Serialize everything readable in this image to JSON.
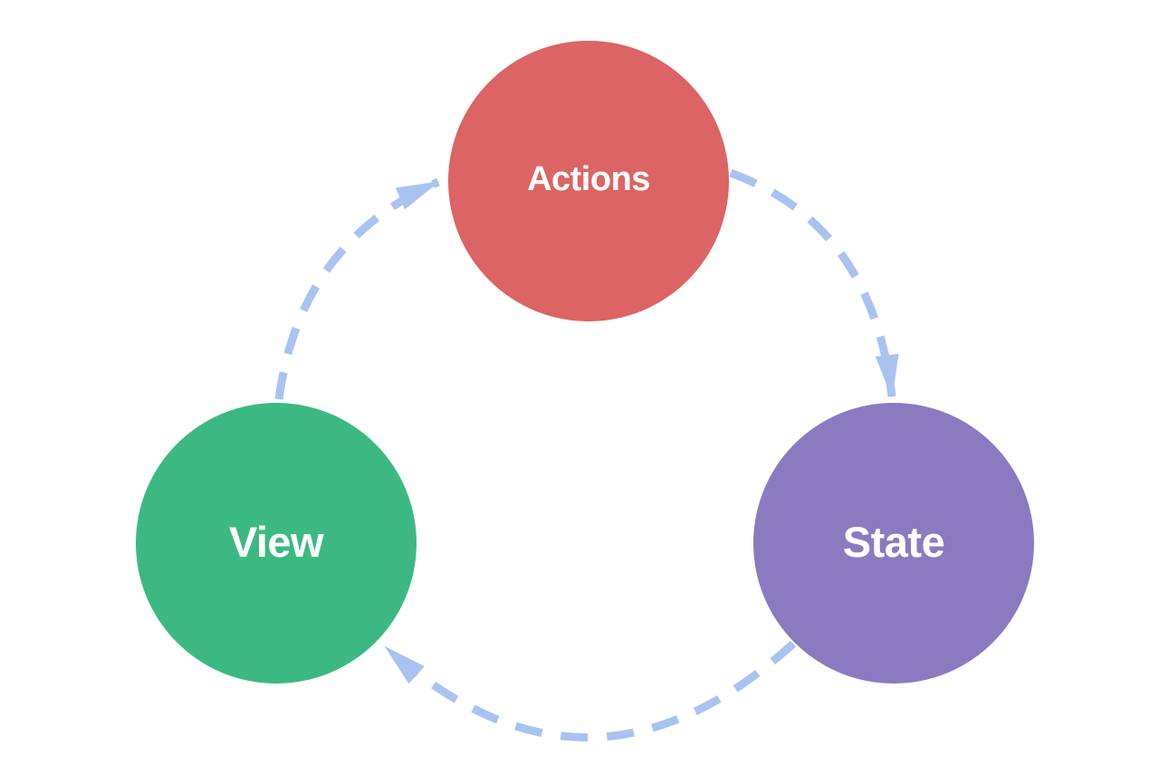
{
  "diagram": {
    "type": "cycle-flow-diagram",
    "nodes": [
      {
        "id": "actions",
        "label": "Actions",
        "color": "#dc6464"
      },
      {
        "id": "state",
        "label": "State",
        "color": "#8a7bc1"
      },
      {
        "id": "view",
        "label": "View",
        "color": "#3cb983"
      }
    ],
    "arrows": [
      {
        "id": "view-to-actions",
        "from": "View",
        "to": "Actions"
      },
      {
        "id": "actions-to-state",
        "from": "Actions",
        "to": "State"
      },
      {
        "id": "state-to-view",
        "from": "State",
        "to": "View"
      }
    ],
    "colors": {
      "arrow": "#a9c3f1",
      "label_text": "#ffffff",
      "background": "#ffffff"
    }
  }
}
